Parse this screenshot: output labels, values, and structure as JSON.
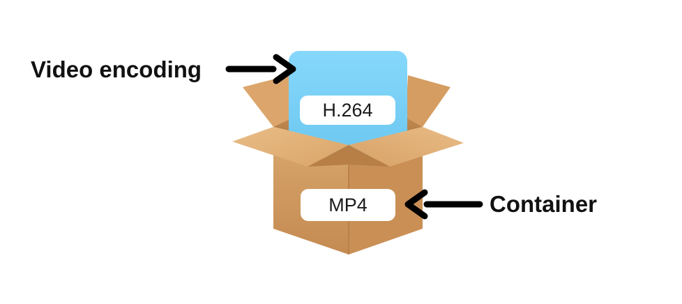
{
  "diagram": {
    "video_encoding_label": "Video encoding",
    "container_label": "Container",
    "codec_label": "H.264",
    "container_format_label": "MP4"
  },
  "colors": {
    "box_light": "#e3b27c",
    "box_mid": "#d39a5e",
    "box_dark": "#b7834f",
    "card": "#7ed4f8",
    "text": "#111111"
  }
}
